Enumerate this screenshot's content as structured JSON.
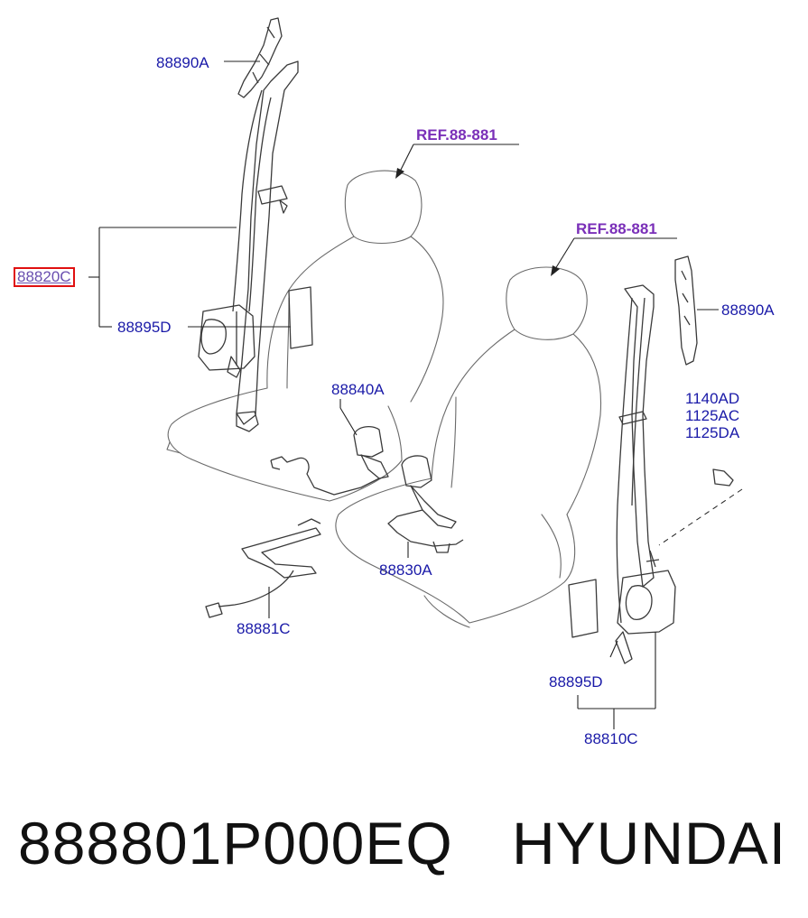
{
  "diagram": {
    "refs": {
      "ref1": "REF.88-881",
      "ref2": "REF.88-881"
    },
    "labels": {
      "l_88890a_left": "88890A",
      "l_88820c": "88820C",
      "l_88895d_left": "88895D",
      "l_88840a": "88840A",
      "l_88830a": "88830A",
      "l_88881c": "88881C",
      "l_88890a_right": "88890A",
      "l_1140ad": "1140AD",
      "l_1125ac": "1125AC",
      "l_1125da": "1125DA",
      "l_88895d_right": "88895D",
      "l_88810c": "88810C"
    },
    "highlighted_part": "88820C",
    "colors": {
      "label": "#1a1aa8",
      "ref": "#7a2fb8",
      "highlight_box": "#e01010",
      "line_art": "#3a3a3a"
    }
  },
  "caption": {
    "part_number": "888801P000EQ",
    "brand": "HYUNDAI"
  }
}
